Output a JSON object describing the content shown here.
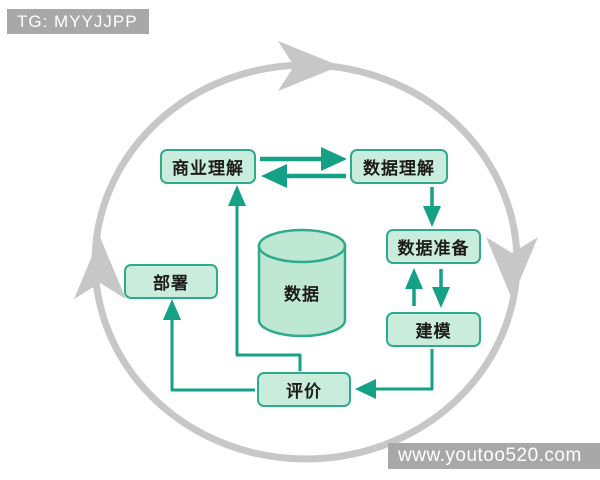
{
  "watermarks": {
    "top_left": "TG: MYYJJPP",
    "bottom_right": "www.youtoo520.com"
  },
  "diagram": {
    "type": "cycle-flow",
    "nodes": {
      "business_understanding": {
        "label": "商业理解"
      },
      "data_understanding": {
        "label": "数据理解"
      },
      "data_preparation": {
        "label": "数据准备"
      },
      "modeling": {
        "label": "建模"
      },
      "evaluation": {
        "label": "评价"
      },
      "deployment": {
        "label": "部署"
      },
      "data_store": {
        "label": "数据",
        "shape": "cylinder"
      }
    },
    "edges": [
      {
        "from": "business_understanding",
        "to": "data_understanding"
      },
      {
        "from": "data_understanding",
        "to": "business_understanding"
      },
      {
        "from": "data_understanding",
        "to": "data_preparation"
      },
      {
        "from": "data_preparation",
        "to": "modeling"
      },
      {
        "from": "modeling",
        "to": "data_preparation"
      },
      {
        "from": "modeling",
        "to": "evaluation"
      },
      {
        "from": "evaluation",
        "to": "deployment"
      },
      {
        "from": "evaluation",
        "to": "business_understanding"
      }
    ],
    "outer_ring": {
      "direction": "clockwise",
      "arrowheads": 3
    },
    "colors": {
      "node_fill": "#c9ecdd",
      "cylinder_fill": "#bee8d4",
      "node_border": "#30aa8c",
      "node_text": "#1c1c1c",
      "arrow": "#14a185",
      "cycle_gray": "#c7c7c7",
      "watermark_bg": "#a8a8a8",
      "watermark_text": "#ffffff"
    }
  }
}
